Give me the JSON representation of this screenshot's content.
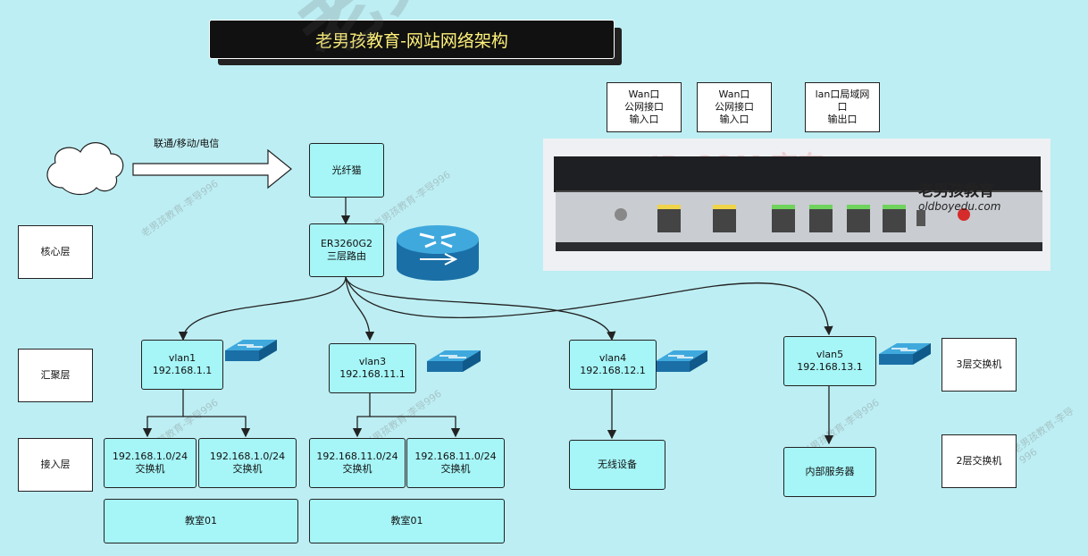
{
  "title": "老男孩教育-网站网络架构",
  "isp_label": "联通/移动/电信",
  "modem": "光纤猫",
  "router": {
    "model": "ER3260G2",
    "desc": "三层路由"
  },
  "layers": {
    "core": "核心层",
    "aggregation": "汇聚层",
    "access": "接入层"
  },
  "legend": {
    "l3": "3层交换机",
    "l2": "2层交换机"
  },
  "ports": [
    {
      "l1": "Wan口",
      "l2": "公网接口",
      "l3": "输入口"
    },
    {
      "l1": "Wan口",
      "l2": "公网接口",
      "l3": "输入口"
    },
    {
      "l1": "lan口局域网",
      "l2": "口",
      "l3": "输出口"
    }
  ],
  "vlans": [
    {
      "name": "vlan1",
      "ip": "192.168.1.1"
    },
    {
      "name": "vlan3",
      "ip": "192.168.11.1"
    },
    {
      "name": "vlan4",
      "ip": "192.168.12.1"
    },
    {
      "name": "vlan5",
      "ip": "192.168.13.1"
    }
  ],
  "access": [
    {
      "l1": "192.168.1.0/24",
      "l2": "交换机"
    },
    {
      "l1": "192.168.1.0/24",
      "l2": "交换机"
    },
    {
      "l1": "192.168.11.0/24",
      "l2": "交换机"
    },
    {
      "l1": "192.168.11.0/24",
      "l2": "交换机"
    }
  ],
  "wireless": "无线设备",
  "internal_server": "内部服务器",
  "classrooms": [
    "教室01",
    "教室01"
  ],
  "device_logo": {
    "name": "老男孩教育",
    "domain": "oldboyedu.com"
  },
  "watermark": {
    "big": "老男孩",
    "small": "老男孩教育-李导996",
    "device_text": "JD.COM 京东"
  },
  "colors": {
    "background": "#bdeef3",
    "node_fill": "#a6f5f7",
    "title_text": "#fff27a"
  }
}
